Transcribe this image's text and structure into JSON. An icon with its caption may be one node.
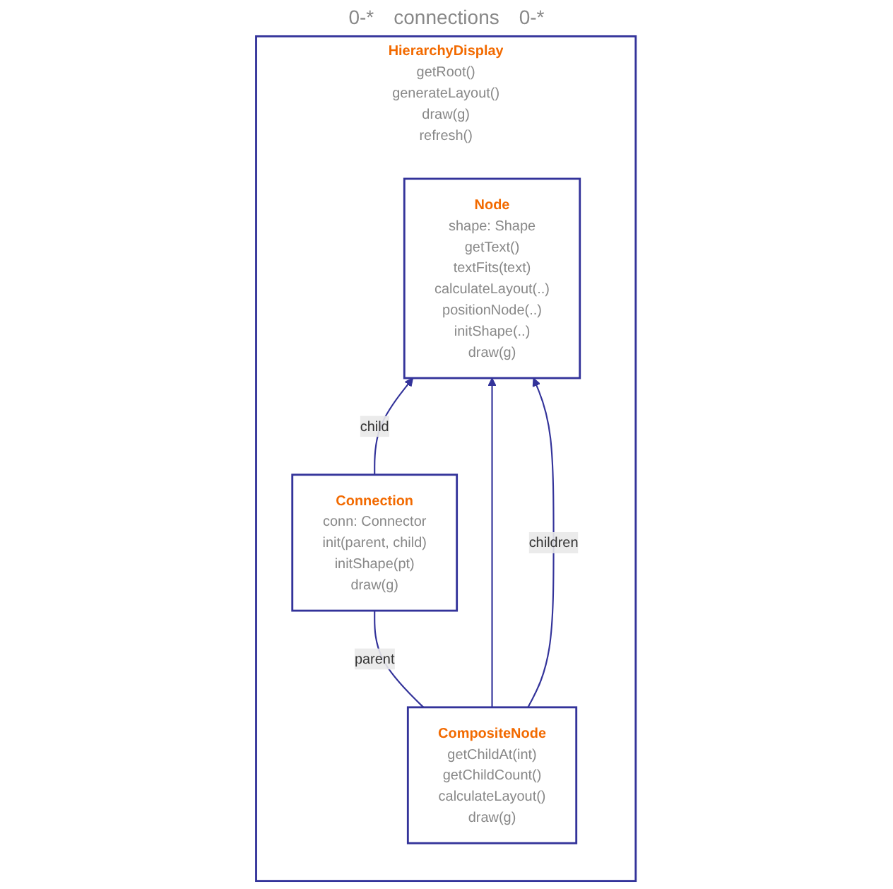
{
  "diagram": {
    "nodes": [
      {
        "text": [
          "HierarchyDisplay",
          "getRoot()",
          "generateLayout()",
          "draw(g)",
          "refresh()"
        ]
      },
      {
        "text": [
          "Node",
          "shape: Shape",
          "getText()",
          "textFits(text)",
          "calculateLayout(..)",
          "positionNode(..)",
          "initShape(..)",
          "draw(g)"
        ],
        "in": 0
      },
      {
        "text": [
          "Connection",
          "conn: Connector",
          "init(parent, child)",
          "initShape(pt)",
          "draw(g)"
        ],
        "in": 0
      },
      {
        "text": [
          "CompositeNode",
          "getChildAt(int)",
          "getChildCount()",
          "calculateLayout()",
          "draw(g)"
        ],
        "in": 0
      }
    ],
    "edges": [
      {
        "from": 2,
        "to": 1,
        "arrow": "to",
        "label": "child"
      },
      {
        "from": 3,
        "to": 1,
        "arrow": "to"
      },
      {
        "from": 3,
        "to": 1,
        "arrow": "to",
        "label": "children"
      },
      {
        "from": 3,
        "to": 2,
        "arrow": "none",
        "label": "parent"
      }
    ],
    "labels": [
      "0-*",
      "connections",
      "0-*"
    ]
  }
}
